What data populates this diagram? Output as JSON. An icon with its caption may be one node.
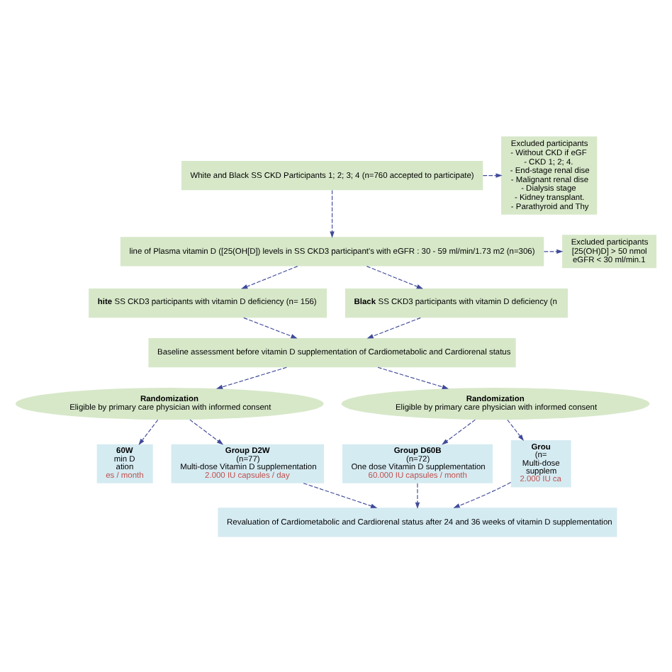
{
  "diagram": {
    "nodes": [
      {
        "text": [
          "White and Black SS CKD Participants 1; 2; 3; 4 (n=760 accepted to participate)"
        ]
      },
      {
        "text": [
          "Excluded participants",
          "- Without CKD if eGF",
          "- CKD 1; 2; 4.",
          "- End-stage renal dise",
          "- Malignant renal dise",
          "- Dialysis stage",
          "- Kidney transplant.",
          "- Parathyroid and Thy"
        ]
      },
      {
        "text": [
          "line of Plasma vitamin D ([25(OH[D]) levels in SS CKD3 participant's with eGFR : 30 - 59 ml/min/1.73 m2 (n=306)"
        ]
      },
      {
        "text": [
          "Excluded participants",
          "[25(OH)D] > 50 nmol",
          "eGFR < 30 ml/min.1"
        ]
      },
      {
        "text": [
          "**hite** SS CKD3 participants with vitamin D deficiency (n= 156)"
        ]
      },
      {
        "text": [
          "**Black** SS CKD3 participants with vitamin D deficiency (n"
        ]
      },
      {
        "text": [
          "Baseline assessment before vitamin D supplementation of Cardiometabolic and Cardiorenal status"
        ]
      },
      {
        "text": [
          "Randomization",
          "Eligible by primary care physician with informed consent"
        ]
      },
      {
        "text": [
          "Randomization",
          "Eligible by primary care physician with informed consent"
        ]
      },
      {
        "text": [
          "60W",
          "min D",
          "ation",
          "es / month"
        ]
      },
      {
        "text": [
          "Group D2W",
          "(n=77)",
          "Multi-dose Vitamin D supplementation",
          "2.000 IU capsules / day"
        ]
      },
      {
        "text": [
          "Group D60B",
          "(n=72)",
          "One dose Vitamin D supplementation",
          "60.000 IU capsules / month"
        ]
      },
      {
        "text": [
          "Grou",
          "(n=",
          "Multi-dose",
          "supplem",
          "2.000 IU ca"
        ]
      },
      {
        "text": [
          "Revaluation of Cardiometabolic and Cardiorenal status after 24 and 36 weeks of vitamin D supplementation"
        ]
      }
    ],
    "edges": [
      {
        "from": 0,
        "to": 2,
        "arrow": "to",
        "style": "dashed"
      },
      {
        "from": 0,
        "to": 1,
        "arrow": "to",
        "style": "dashed"
      },
      {
        "from": 2,
        "to": 3,
        "arrow": "to",
        "style": "dashed"
      },
      {
        "from": 2,
        "to": 4,
        "arrow": "to",
        "style": "dashed"
      },
      {
        "from": 2,
        "to": 5,
        "arrow": "to",
        "style": "dashed"
      },
      {
        "from": 4,
        "to": 6,
        "arrow": "to",
        "style": "dashed"
      },
      {
        "from": 5,
        "to": 6,
        "arrow": "to",
        "style": "dashed"
      },
      {
        "from": 6,
        "to": 7,
        "arrow": "to",
        "style": "dashed"
      },
      {
        "from": 6,
        "to": 8,
        "arrow": "to",
        "style": "dashed"
      },
      {
        "from": 7,
        "to": 9,
        "arrow": "to",
        "style": "dashed"
      },
      {
        "from": 7,
        "to": 10,
        "arrow": "to",
        "style": "dashed"
      },
      {
        "from": 8,
        "to": 11,
        "arrow": "to",
        "style": "dashed"
      },
      {
        "from": 8,
        "to": 12,
        "arrow": "to",
        "style": "dashed"
      },
      {
        "from": 10,
        "to": 13,
        "arrow": "to",
        "style": "dashed"
      },
      {
        "from": 11,
        "to": 13,
        "arrow": "to",
        "style": "dashed"
      },
      {
        "from": 12,
        "to": 13,
        "arrow": "to",
        "style": "dashed"
      }
    ]
  }
}
